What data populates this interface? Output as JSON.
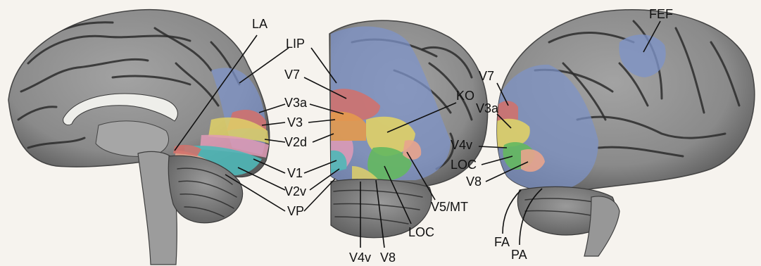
{
  "colors": {
    "background": "#f6f3ee",
    "brain_gray": "#8d8d8d",
    "brain_dark": "#4e4e4e",
    "region_blue": "#7d93c8",
    "region_red": "#d4706a",
    "region_orange": "#e39a4e",
    "region_yellow": "#dfd067",
    "region_cyan": "#4fb7b7",
    "region_green": "#64b85f",
    "region_pink": "#e19bb6",
    "region_salmon": "#e8a48d",
    "label_text": "#111111"
  },
  "labels": {
    "medial": {
      "la": "LA",
      "lip": "LIP",
      "v7": "V7",
      "v3a": "V3a",
      "v3": "V3",
      "v2d": "V2d",
      "v1": "V1",
      "v2v": "V2v",
      "vp": "VP"
    },
    "posterior": {
      "ko": "KO",
      "v5mt": "V5/MT",
      "loc": "LOC",
      "v4v": "V4v",
      "v8": "V8"
    },
    "lateral": {
      "fef": "FEF",
      "v7": "V7",
      "v3a": "V3a",
      "v4v": "V4v",
      "loc": "LOC",
      "v8": "V8",
      "fa": "FA",
      "pa": "PA"
    }
  }
}
